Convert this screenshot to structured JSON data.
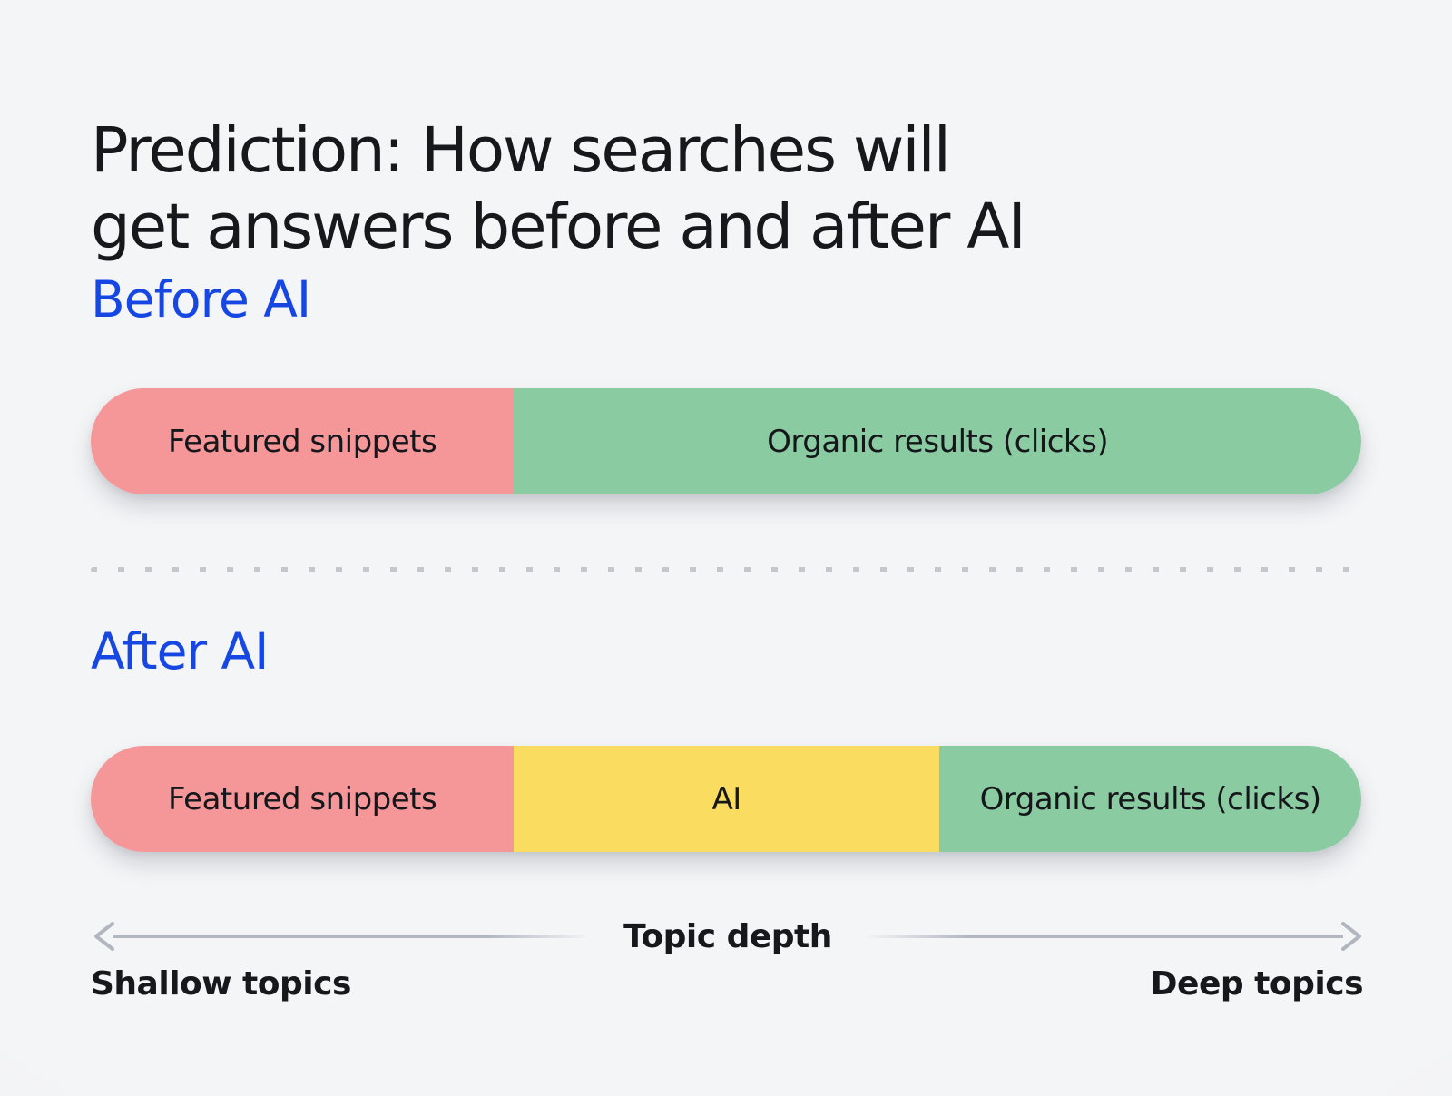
{
  "title": {
    "line1": "Prediction: How searches will",
    "line2": "get answers before and after AI"
  },
  "sections": {
    "before": {
      "label": "Before AI"
    },
    "after": {
      "label": "After AI"
    }
  },
  "axis": {
    "label": "Topic depth",
    "left_end": "Shallow topics",
    "right_end": "Deep topics"
  },
  "colors": {
    "background": "#f3f4f6",
    "accent_blue": "#1747e3",
    "featured_snippets": "#f59699",
    "ai": "#fadd60",
    "organic_results": "#8acba2",
    "arrow_gray": "#b2b6bf",
    "dash_gray": "#c6c7cc",
    "text_dark": "#17181c"
  },
  "chart_data": {
    "type": "bar",
    "orientation": "horizontal",
    "title": "Prediction: How searches will get answers before and after AI",
    "xlabel": "Topic depth",
    "x_axis_endpoints": [
      "Shallow topics",
      "Deep topics"
    ],
    "legend_position": "none",
    "grid": false,
    "bars": [
      {
        "name": "Before AI",
        "segments": [
          {
            "label": "Featured snippets",
            "fraction": 0.333,
            "color": "#f59699"
          },
          {
            "label": "Organic results (clicks)",
            "fraction": 0.667,
            "color": "#8acba2"
          }
        ]
      },
      {
        "name": "After AI",
        "segments": [
          {
            "label": "Featured snippets",
            "fraction": 0.333,
            "color": "#f59699"
          },
          {
            "label": "AI",
            "fraction": 0.335,
            "color": "#fadd60"
          },
          {
            "label": "Organic results (clicks)",
            "fraction": 0.332,
            "color": "#8acba2"
          }
        ]
      }
    ]
  }
}
